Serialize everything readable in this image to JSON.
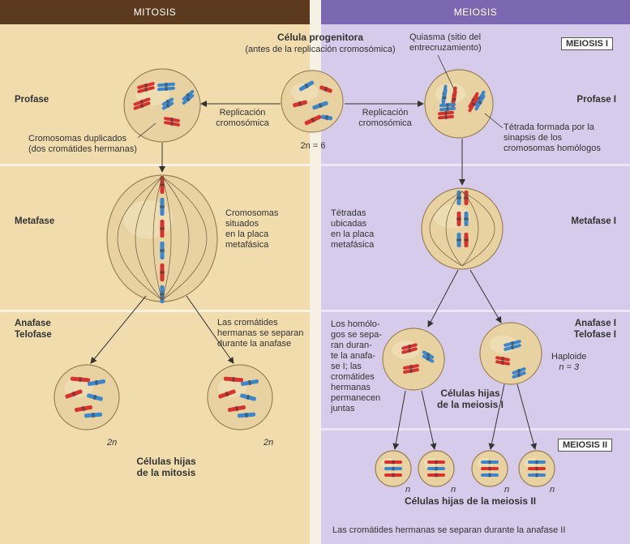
{
  "headers": {
    "mitosis": "MITOSIS",
    "meiosis": "MEIOSIS"
  },
  "parent": {
    "title": "Célula progenitora",
    "subtitle": "(antes de la replicación cromosómica)",
    "ploidy": "2n = 6"
  },
  "replication_label": [
    "Replicación",
    "cromosómica"
  ],
  "badges": {
    "meiosis1": "MEIOSIS I",
    "meiosis2": "MEIOSIS II"
  },
  "stages": {
    "profase": "Profase",
    "metafase": "Metafase",
    "anafase": "Anafase",
    "telofase": "Telofase",
    "profase1": "Profase I",
    "metafase1": "Metafase I",
    "anafase1": "Anafase I",
    "telofase1": "Telofase I"
  },
  "annotations": {
    "quiasma": [
      "Quiasma (sitio del",
      "entrecruzamiento)"
    ],
    "cromosomas_duplicados": [
      "Cromosomas duplicados",
      "(dos cromátides hermanas)"
    ],
    "tetrada_formada": [
      "Tétrada formada por la",
      "sinapsis de los",
      "cromosomas homólogos"
    ],
    "cromosomas_placa": [
      "Cromosomas",
      "situados",
      "en la placa",
      "metafásica"
    ],
    "tetradas_placa": [
      "Tétradas",
      "ubicadas",
      "en la placa",
      "metafásica"
    ],
    "cromatides_separan": [
      "Las cromátides",
      "hermanas se separan",
      "durante la anafase"
    ],
    "homologos_separan": [
      "Los homólo-",
      "gos se sepa-",
      "ran duran-",
      "te la anafa-",
      "se I; las",
      "cromátides",
      "hermanas",
      "permanecen",
      "juntas"
    ],
    "haploide": [
      "Haploide",
      "n = 3"
    ],
    "anafase2_note": "Las cromátides hermanas se separan durante la anafase II"
  },
  "ploidy_labels": {
    "mitosis_daughter": "2n",
    "meiosis2_daughter": "n"
  },
  "daughters": {
    "mitosis": [
      "Células hijas",
      "de la mitosis"
    ],
    "meiosis1": [
      "Células hijas",
      "de la meiosis I"
    ],
    "meiosis2": "Células hijas de la meiosis II"
  },
  "colors": {
    "mitosis_bg": "#f1dcae",
    "mitosis_header": "#5b3a1e",
    "meiosis_bg": "#d6cbea",
    "meiosis_header": "#7b68b0",
    "cell_fill": "#e8d2a2",
    "maternal_chromosome": "#d8322f",
    "paternal_chromosome": "#3c86cc"
  }
}
